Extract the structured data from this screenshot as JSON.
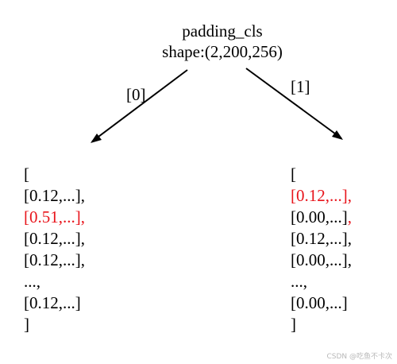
{
  "root": {
    "name": "padding_cls",
    "shape": "shape:(2,200,256)"
  },
  "edges": [
    {
      "label": "[0]"
    },
    {
      "label": "[1]"
    }
  ],
  "colors": {
    "normal": "#000000",
    "highlight": "#e8141b"
  },
  "left_list": [
    {
      "segments": [
        {
          "text": "[",
          "highlight": false
        }
      ]
    },
    {
      "segments": [
        {
          "text": "[0.12,...],",
          "highlight": false
        }
      ]
    },
    {
      "segments": [
        {
          "text": "[0.51,...],",
          "highlight": true
        }
      ]
    },
    {
      "segments": [
        {
          "text": "[0.12,...],",
          "highlight": false
        }
      ]
    },
    {
      "segments": [
        {
          "text": "[0.12,...],",
          "highlight": false
        }
      ]
    },
    {
      "segments": [
        {
          "text": "...,",
          "highlight": false
        }
      ]
    },
    {
      "segments": [
        {
          "text": "[0.12,...]",
          "highlight": false
        }
      ]
    },
    {
      "segments": [
        {
          "text": "]",
          "highlight": false
        }
      ]
    }
  ],
  "right_list": [
    {
      "segments": [
        {
          "text": "[",
          "highlight": false
        }
      ]
    },
    {
      "segments": [
        {
          "text": "[0.12,...],",
          "highlight": true
        }
      ]
    },
    {
      "segments": [
        {
          "text": "[0.00,...]",
          "highlight": false
        },
        {
          "text": ",",
          "highlight": true
        }
      ]
    },
    {
      "segments": [
        {
          "text": "[0.12,...],",
          "highlight": false
        }
      ]
    },
    {
      "segments": [
        {
          "text": "[0.00,...],",
          "highlight": false
        }
      ]
    },
    {
      "segments": [
        {
          "text": "...,",
          "highlight": false
        }
      ]
    },
    {
      "segments": [
        {
          "text": "[0.00,...]",
          "highlight": false
        }
      ]
    },
    {
      "segments": [
        {
          "text": "]",
          "highlight": false
        }
      ]
    }
  ],
  "watermark": "CSDN @吃鱼不卡次"
}
